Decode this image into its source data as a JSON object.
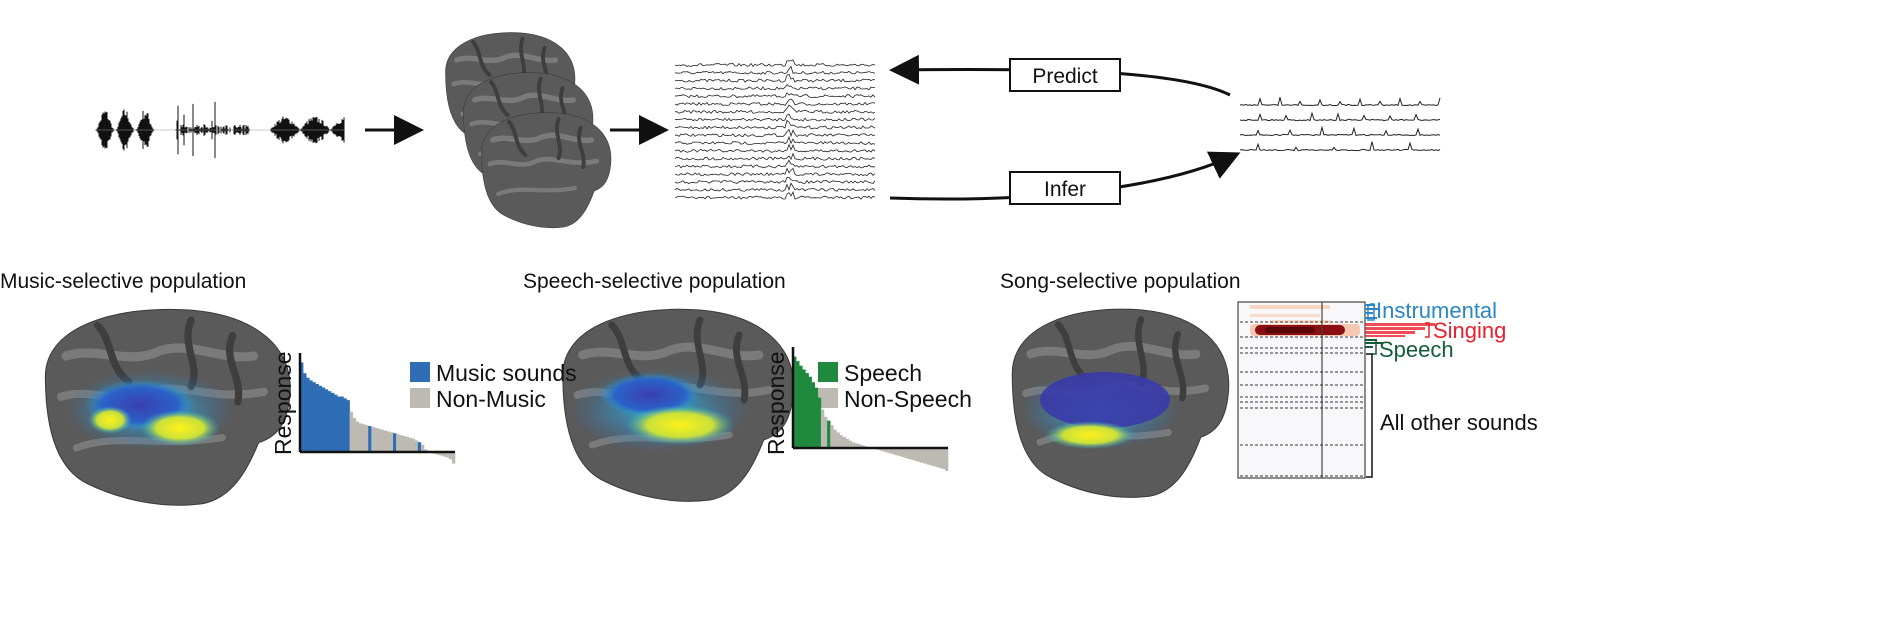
{
  "pipeline": {
    "predict_label": "Predict",
    "infer_label": "Infer"
  },
  "panels": [
    {
      "title": "Music-selective population"
    },
    {
      "title": "Speech-selective population"
    },
    {
      "title": "Song-selective population"
    }
  ],
  "colors": {
    "music": "#2f6db5",
    "speech": "#1f8a3e",
    "other": "#bdbab3",
    "instrumental": "#2b86c5",
    "singing": "#e8202b",
    "speech_label": "#145c3a"
  },
  "chart_data": [
    {
      "type": "bar",
      "title": "",
      "ylabel": "Response",
      "xlabel": "",
      "legend": [
        {
          "name": "Music sounds",
          "key": "m"
        },
        {
          "name": "Non-Music",
          "key": "n"
        }
      ],
      "legend_position": "top-right",
      "values": [
        1.0,
        0.88,
        0.83,
        0.8,
        0.78,
        0.76,
        0.74,
        0.72,
        0.7,
        0.68,
        0.66,
        0.64,
        0.62,
        0.62,
        0.6,
        0.58,
        0.45,
        0.38,
        0.34,
        0.32,
        0.31,
        0.3,
        0.29,
        0.28,
        0.27,
        0.26,
        0.25,
        0.24,
        0.23,
        0.22,
        0.21,
        0.2,
        0.19,
        0.18,
        0.17,
        0.16,
        0.15,
        0.13,
        0.11,
        0.08,
        0.03,
        0.0,
        -0.01,
        -0.02,
        -0.03,
        -0.04,
        -0.05,
        -0.06,
        -0.08,
        -0.13
      ],
      "categories": "mmmmmmmmmmmmmmmmnnnnnnmnnnnnnnmnnnnnnnmnnnnnnnnnnn",
      "ylim": [
        -0.15,
        1.05
      ]
    },
    {
      "type": "bar",
      "title": "",
      "ylabel": "Response",
      "xlabel": "",
      "legend": [
        {
          "name": "Speech",
          "key": "m"
        },
        {
          "name": "Non-Speech",
          "key": "n"
        }
      ],
      "legend_position": "top-right",
      "values": [
        1.0,
        0.95,
        0.9,
        0.86,
        0.82,
        0.78,
        0.72,
        0.66,
        0.55,
        0.42,
        0.34,
        0.3,
        0.25,
        0.2,
        0.17,
        0.14,
        0.12,
        0.1,
        0.08,
        0.06,
        0.05,
        0.04,
        0.03,
        0.02,
        0.01,
        0.0,
        -0.01,
        -0.02,
        -0.03,
        -0.04,
        -0.05,
        -0.06,
        -0.07,
        -0.08,
        -0.09,
        -0.1,
        -0.11,
        -0.12,
        -0.13,
        -0.14,
        -0.15,
        -0.16,
        -0.17,
        -0.18,
        -0.19,
        -0.2,
        -0.21,
        -0.22,
        -0.23,
        -0.25
      ],
      "categories": "mmmmmmmmmnnmnnnnnnnnnnnnnnnnnnnnnnnnnnnnnnnnnnnnnn",
      "ylim": [
        -0.3,
        1.05
      ]
    },
    {
      "type": "heatmap",
      "title": "",
      "row_groups": [
        "Instrumental",
        "Singing",
        "Speech",
        "All other sounds"
      ]
    }
  ]
}
